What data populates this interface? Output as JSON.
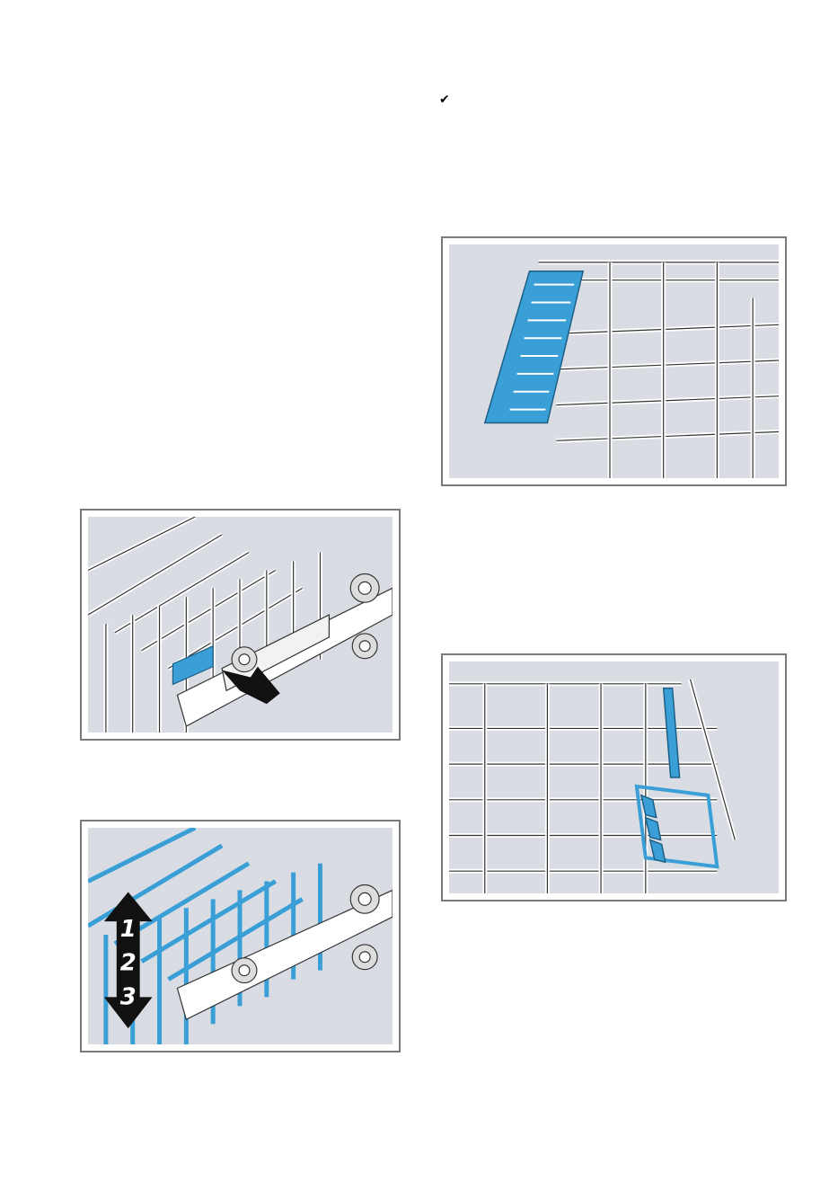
{
  "page": {
    "checkmark_icon": "check-icon"
  },
  "figures": {
    "rack_release": {
      "arrow_icon": "push-arrow-icon"
    },
    "rack_height": {
      "arrow_icon": "double-arrow-icon",
      "levels": [
        "1",
        "2",
        "3"
      ]
    },
    "cutlery_basket": {},
    "folding_tines": {}
  },
  "colors": {
    "accent_blue": "#3a9fd6",
    "figure_background": "#d9dde3",
    "frame": "#7a7a7a",
    "wire": "#ffffff",
    "outline": "#333333"
  }
}
